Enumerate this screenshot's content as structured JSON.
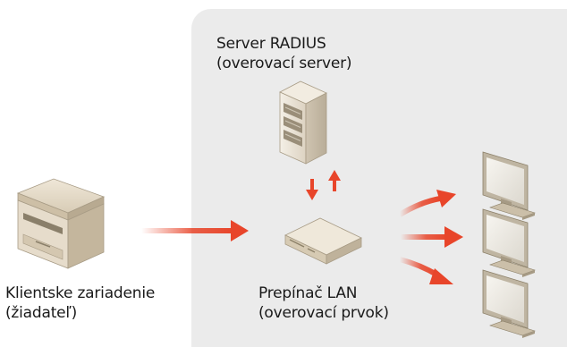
{
  "server": {
    "title": "Server RADIUS",
    "subtitle": "(overovací server)",
    "icon": "server-tower-icon"
  },
  "switch": {
    "title": "Prepínač LAN",
    "subtitle": "(overovací prvok)",
    "icon": "network-switch-icon"
  },
  "client": {
    "title": "Klientske zariadenie",
    "subtitle": "(žiadateľ)",
    "icon": "printer-icon"
  },
  "computers": {
    "icon": "monitor-icon",
    "count": 3
  },
  "colors": {
    "arrow": "#e8452a",
    "panel": "#ebebeb"
  }
}
